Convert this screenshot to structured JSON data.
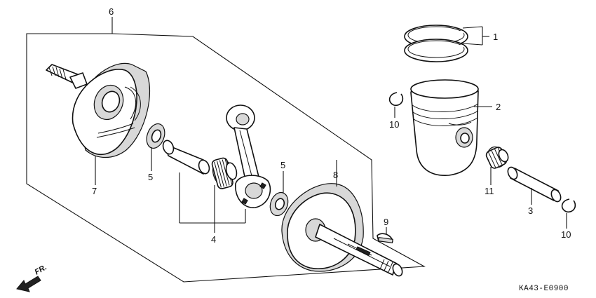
{
  "diagram": {
    "code": "KA43-E0900",
    "direction_label": "FR.",
    "callouts": {
      "piston_rings": "1",
      "piston": "2",
      "piston_pin": "3",
      "rod_bearings": "4",
      "washer_left": "5",
      "washer_right": "5",
      "crankshaft_assy": "6",
      "crank_left": "7",
      "crank_right": "8",
      "woodruff_key": "9",
      "clip_left": "10",
      "clip_right": "10",
      "pin_bearing": "11"
    }
  }
}
